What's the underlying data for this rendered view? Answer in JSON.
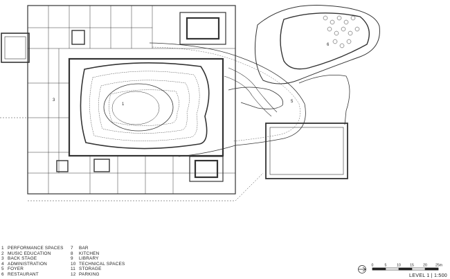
{
  "legend": {
    "items": [
      {
        "num": "1",
        "label": "PERFORMANCE SPACES"
      },
      {
        "num": "2",
        "label": "MUSIC EDUCATION"
      },
      {
        "num": "3",
        "label": "BACK STAGE"
      },
      {
        "num": "4",
        "label": "ADMINISTRATION"
      },
      {
        "num": "5",
        "label": "FOYER"
      },
      {
        "num": "6",
        "label": "RESTAURANT"
      },
      {
        "num": "7",
        "label": "BAR"
      },
      {
        "num": "8",
        "label": "KITCHEN"
      },
      {
        "num": "9",
        "label": "LIBRARY"
      },
      {
        "num": "10",
        "label": "TECHNICAL SPACES"
      },
      {
        "num": "11",
        "label": "STORAGE"
      },
      {
        "num": "12",
        "label": "PARKING"
      }
    ]
  },
  "plan_labels": {
    "hall": "1",
    "backstage": "3",
    "foyer": "5",
    "restaurant": "6"
  },
  "scale": {
    "ticks": [
      "0",
      "5",
      "10",
      "15",
      "20",
      "25m"
    ]
  },
  "title": "LEVEL 1 | 1:500"
}
